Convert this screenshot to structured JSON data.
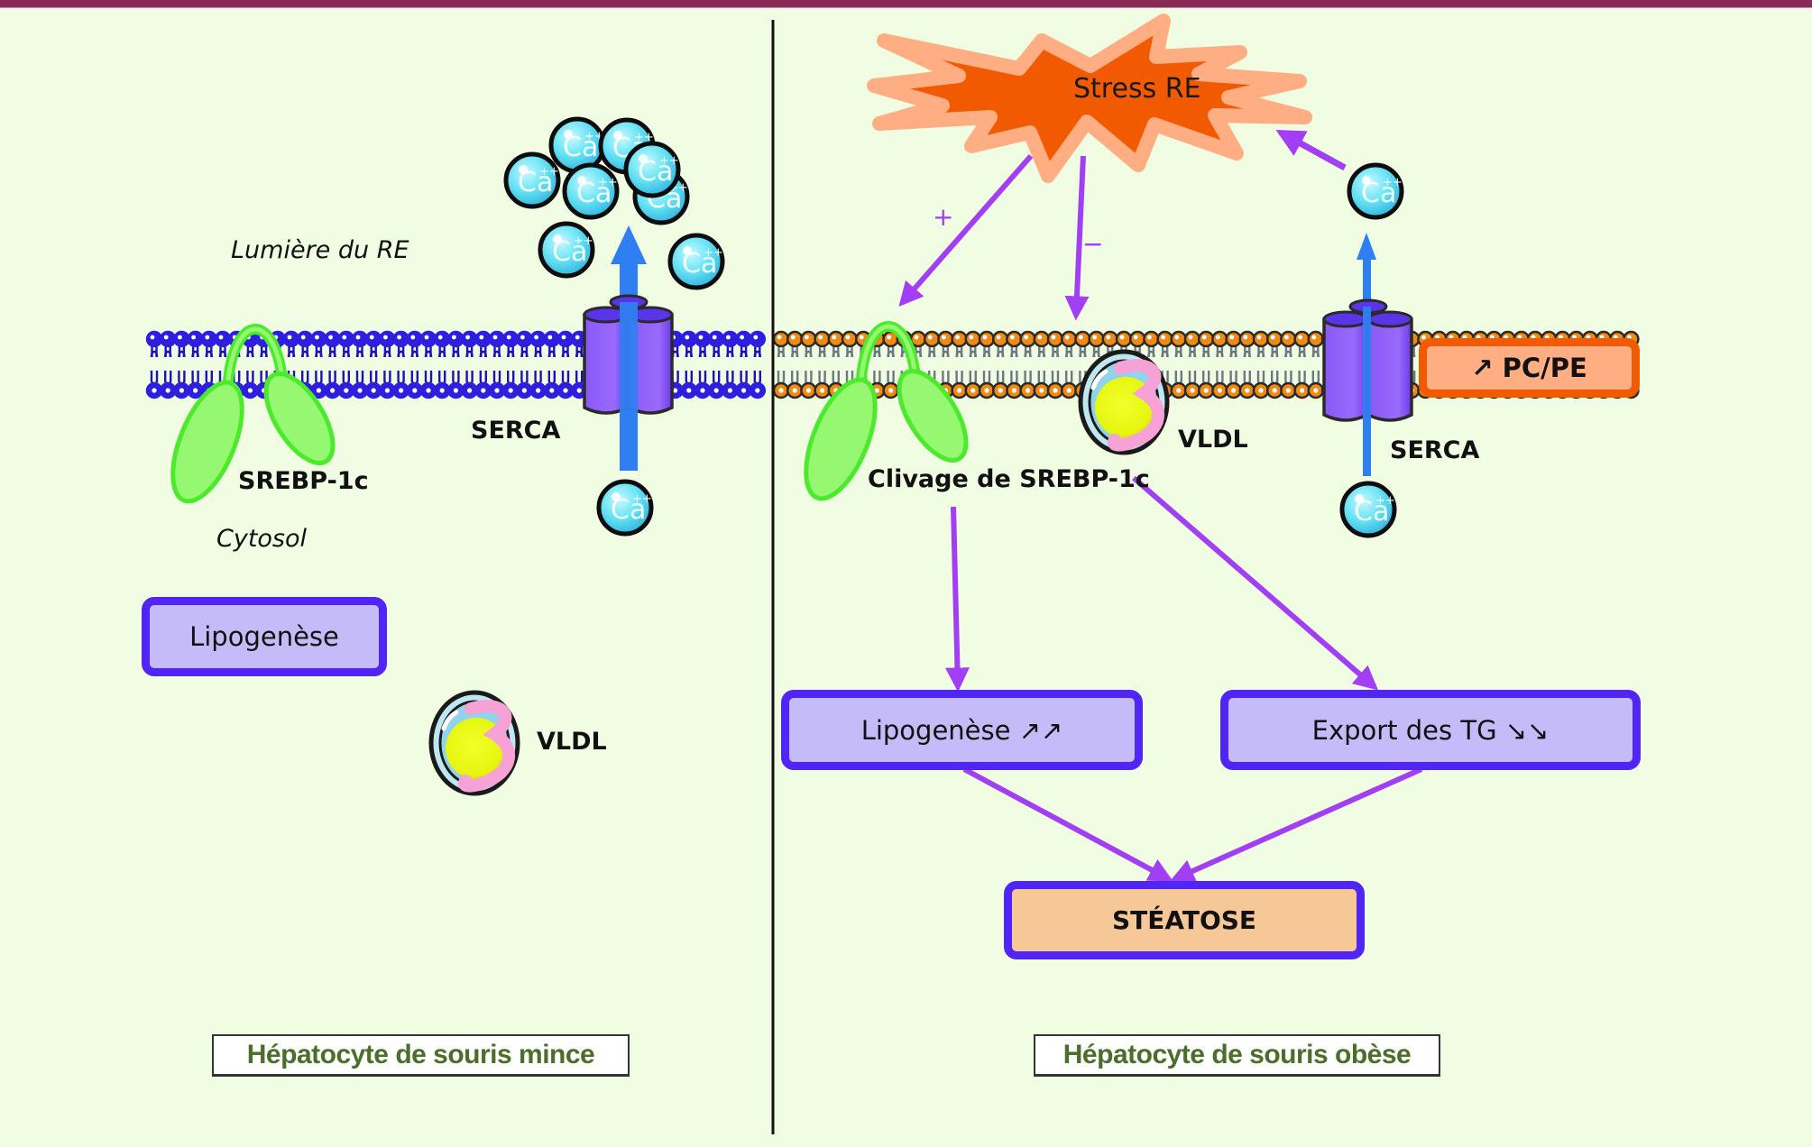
{
  "colors": {
    "background": "#F0FDE3",
    "top_bar": "#8B2A58",
    "membrane_lean_heads": "#2E1FE0",
    "membrane_obese_heads": "#F08A12",
    "srebp_fill": "#96F870",
    "srebp_stroke": "#4BEA2C",
    "serca_fill": "#9362FA",
    "calcium_fill": "#66E3F5",
    "ca_transport_arrow": "#2F7FF2",
    "pathway_arrow": "#A23EF4",
    "box_fill": "#C4BBF8",
    "box_border": "#5025F5",
    "steatose_fill": "#F6C898",
    "stress_fill": "#F25A02",
    "stress_outline": "#FFAE84",
    "pcpe_fill": "#FFAE84",
    "pcpe_border": "#F25A02",
    "caption_text": "#4B6E2A"
  },
  "left_panel": {
    "lumen_label": "Lumière du RE",
    "cytosol_label": "Cytosol",
    "srebp_label": "SREBP-1c",
    "serca_label": "SERCA",
    "lipogenese_box": "Lipogenèse",
    "vldl_label": "VLDL",
    "caption": "Hépatocyte de souris mince",
    "calcium_ion_label": "Ca",
    "calcium_charge": "++"
  },
  "right_panel": {
    "stress_label": "Stress RE",
    "plus_sign": "+",
    "minus_sign": "−",
    "srebp_label": "Clivage de SREBP-1c",
    "vldl_label": "VLDL",
    "serca_label": "SERCA",
    "pcpe_label": "↗ PC/PE",
    "lipogenese_box": "Lipogenèse ↗↗",
    "export_box": "Export des TG ↘↘",
    "steatose_box": "STÉATOSE",
    "caption": "Hépatocyte de souris obèse",
    "calcium_ion_label": "Ca",
    "calcium_charge": "++"
  },
  "icons": {
    "stress": "explosion-star-icon",
    "calcium": "calcium-ion-bubble-icon",
    "serca": "serca-pump-channel-icon",
    "srebp": "srebp-protein-icon",
    "vldl": "vldl-lipoprotein-icon",
    "membrane": "lipid-bilayer-icon"
  }
}
